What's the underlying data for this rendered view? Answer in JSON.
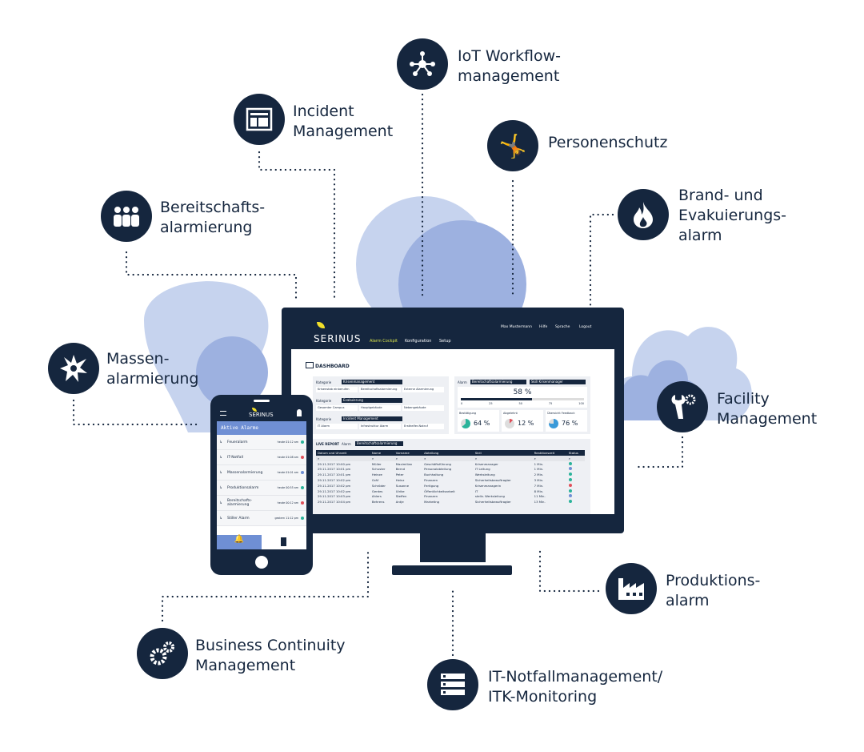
{
  "colors": {
    "navy": "#15263e",
    "light_blue": "#c6d3ee",
    "mid_blue": "#9db1e0",
    "accent_yellow": "#f2e02a",
    "ok": "#2bb39a",
    "error": "#e0505a",
    "info": "#6f8fd4"
  },
  "nodes": [
    {
      "id": "iot",
      "icon": "network-icon",
      "label": "IoT Workflow-\nmanagement"
    },
    {
      "id": "incident",
      "icon": "window-layout-icon",
      "label": "Incident\nManagement"
    },
    {
      "id": "personenschutz",
      "icon": "falling-person-icon",
      "label": "Personenschutz"
    },
    {
      "id": "bereitschaft",
      "icon": "people-group-icon",
      "label": "Bereitschafts-\nalarmierung"
    },
    {
      "id": "brand",
      "icon": "flame-icon",
      "label": "Brand- und\nEvakuierungs-\nalarm"
    },
    {
      "id": "massen",
      "icon": "explosion-icon",
      "label": "Massen-\nalarmierung"
    },
    {
      "id": "facility",
      "icon": "wrench-gear-icon",
      "label": "Facility\nManagement"
    },
    {
      "id": "produktion",
      "icon": "factory-icon",
      "label": "Produktions-\nalarm"
    },
    {
      "id": "bcm",
      "icon": "gears-icon",
      "label": "Business Continuity\nManagement"
    },
    {
      "id": "itnotfall",
      "icon": "server-icon",
      "label": "IT-Notfallmanagement/\nITK-Monitoring"
    }
  ],
  "desktop": {
    "logo": "SERINUS",
    "nav": [
      "Alarm Cockpit",
      "Konfiguration",
      "Setup"
    ],
    "user": "Max Mustermann",
    "help": "Hilfe",
    "language": "Sprache",
    "logout": "Logout",
    "dashboard_title": "DASHBOARD",
    "categories": [
      {
        "label": "Kategorie",
        "value": "Krisenmanagement",
        "items": [
          "Krisenstab einberufen",
          "Bereitschaftsalarmierung",
          "Externe Alarmierung"
        ]
      },
      {
        "label": "Kategorie",
        "value": "Evakuierung",
        "items": [
          "Gesamter Campus",
          "Hauptgebäude",
          "Nebengebäude"
        ]
      },
      {
        "label": "Kategorie",
        "value": "Incident Management",
        "items": [
          "IT Alarm",
          "Infrastruktur Alarm",
          "Ersthelfer-Notruf"
        ]
      }
    ],
    "alarm_label": "Alarm",
    "alarm_value": "Bereitschaftsalarmierung",
    "skill_value": "Skill Krisenmanager",
    "progress_text": "58 %",
    "progress": 58,
    "progress_ticks": [
      "0",
      "25",
      "50",
      "75",
      "100"
    ],
    "stats": [
      {
        "label": "Bestätigung",
        "value": "64 %",
        "pct": 64,
        "color": "#2bb39a"
      },
      {
        "label": "Abgelehnt",
        "value": "12 %",
        "pct": 12,
        "color": "#e0505a"
      },
      {
        "label": "Übersicht Feedback",
        "value": "76 %",
        "pct": 76,
        "color": "#3a9ad9"
      }
    ],
    "live_report": "LIVE REPORT",
    "live_alarm_label": "Alarm",
    "live_alarm_value": "Bereitschaftsalarmierung",
    "columns": [
      "Datum und Uhrzeit",
      "Name",
      "Vorname",
      "Abteilung",
      "Skill",
      "Reaktionszeit",
      "Status"
    ],
    "rows": [
      [
        "29.11.2017  10:00 pm",
        "Müller",
        "Maximilian",
        "Geschäftsführung",
        "Krisenmanager",
        "1 Min.",
        "ok"
      ],
      [
        "29.11.2017  10:01 pm",
        "Schuster",
        "Bernd",
        "Personalabteilung",
        "IT Leitung",
        "1 Min.",
        "info"
      ],
      [
        "29.11.2017  10:01 pm",
        "Heinze",
        "Peter",
        "Buchhaltung",
        "Werksleitung",
        "2 Min.",
        "ok"
      ],
      [
        "29.11.2017  10:02 pm",
        "Gräf",
        "Heinz",
        "Finanzen",
        "Sicherheitsbeauftragter",
        "3 Min.",
        "ok"
      ],
      [
        "29.11.2017  10:02 pm",
        "Schröder",
        "Susanne",
        "Fertigung",
        "Krisenmanagerin",
        "7 Min.",
        "error"
      ],
      [
        "29.11.2017  10:02 pm",
        "Gerdes",
        "Ulrike",
        "Öffentlichkeitsarbeit",
        "IT",
        "8 Min.",
        "ok"
      ],
      [
        "29.11.2017  10:03 pm",
        "Ahlers",
        "Steffen",
        "Finanzen",
        "stellv. Werksleitung",
        "11 Min.",
        "info"
      ],
      [
        "29.11.2017  10:04 pm",
        "Behrens",
        "Antje",
        "Marketing",
        "Sicherheitsbeauftragter",
        "13 Min.",
        "ok"
      ]
    ]
  },
  "mobile": {
    "logo": "SERINUS",
    "header": "Aktive Alarme",
    "alarms": [
      {
        "name": "Feueralarm",
        "time": "heute 01:12 am",
        "status": "ok"
      },
      {
        "name": "IT-Notfall",
        "time": "heute 01:08 am",
        "status": "error"
      },
      {
        "name": "Massenalarmierung",
        "time": "heute 01:01 am",
        "status": "info"
      },
      {
        "name": "Produktionsalarm",
        "time": "heute 00:55 am",
        "status": "ok"
      },
      {
        "name": "Bereitschafts-\nalarmierung",
        "time": "heute 00:12 am",
        "status": "error"
      },
      {
        "name": "Stiller Alarm",
        "time": "gestern 11:12 pm",
        "status": "ok"
      }
    ]
  }
}
